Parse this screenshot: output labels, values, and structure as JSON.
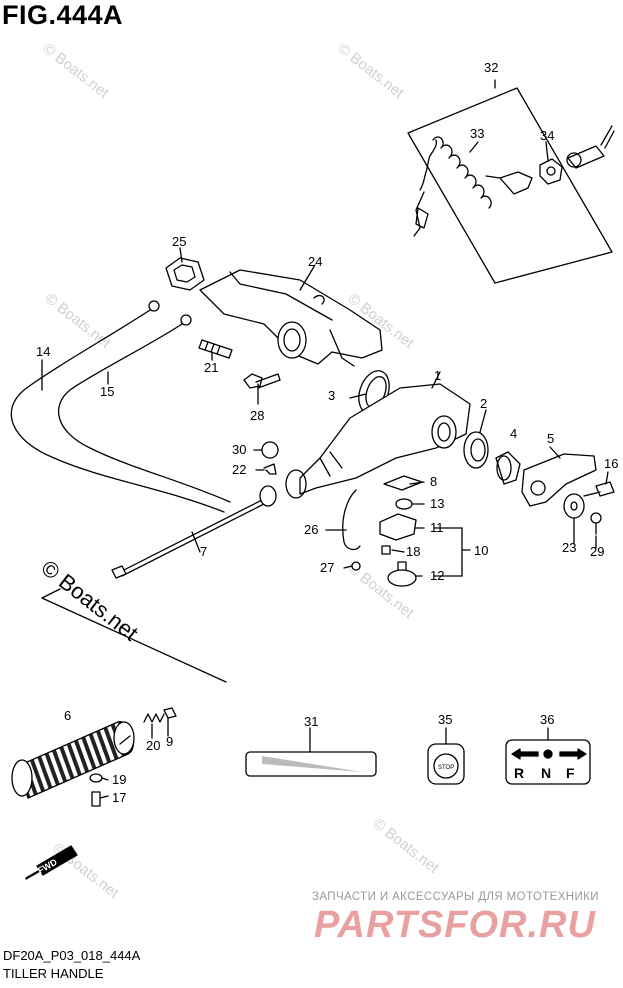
{
  "title": "FIG.444A",
  "watermark": "© Boats.net",
  "watermark_big": "© Boats.net",
  "fwd_label": "FWD",
  "stop_label": "STOP",
  "shift_letters": [
    "R",
    "N",
    "F"
  ],
  "footer": {
    "code": "DF20A_P03_018_444A",
    "name": "TILLER HANDLE"
  },
  "promo": {
    "tagline": "ЗАПЧАСТИ И АКСЕССУАРЫ ДЛЯ МОТОТЕХНИКИ",
    "brand": "PARTSFOR.RU"
  },
  "callouts": [
    "1",
    "2",
    "3",
    "4",
    "5",
    "6",
    "7",
    "8",
    "9",
    "10",
    "11",
    "12",
    "13",
    "14",
    "15",
    "16",
    "17",
    "18",
    "19",
    "20",
    "21",
    "22",
    "23",
    "24",
    "25",
    "26",
    "27",
    "28",
    "29",
    "30",
    "31",
    "32",
    "33",
    "34",
    "35",
    "36"
  ]
}
